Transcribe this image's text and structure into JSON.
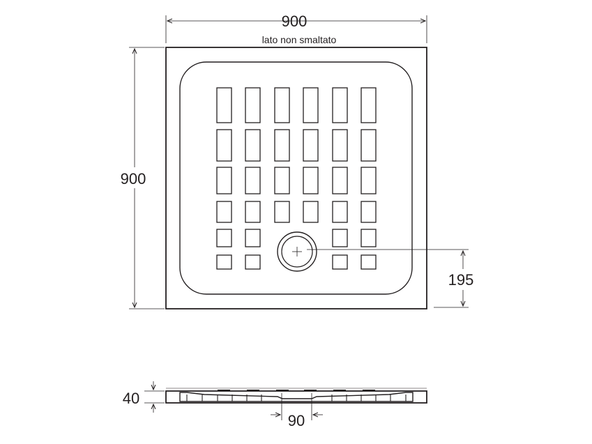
{
  "dimensions": {
    "top_width": "900",
    "top_note": "lato non smaltato",
    "left_height": "900",
    "drain_offset": "195",
    "profile_height": "40",
    "drain_width": "90"
  },
  "colors": {
    "line": "#231f20",
    "background": "#ffffff"
  }
}
